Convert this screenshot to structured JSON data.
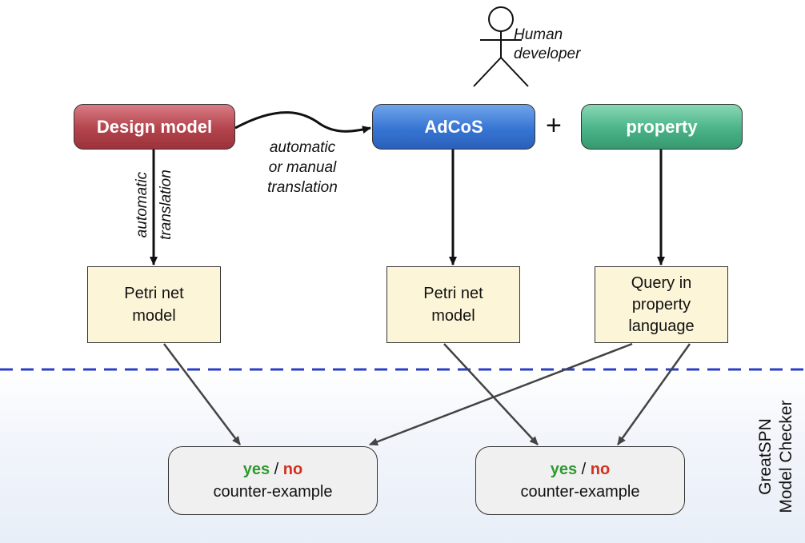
{
  "nodes": {
    "design_model": "Design model",
    "adcos": "AdCoS",
    "property": "property",
    "plus": "+",
    "petri_net_1": "Petri net\nmodel",
    "petri_net_2": "Petri net\nmodel",
    "query": "Query in\nproperty\nlanguage"
  },
  "labels": {
    "human_line1": "Human",
    "human_line2": "developer",
    "auto_translation_line1": "automatic",
    "auto_translation_line2": "translation",
    "manual_translation_line1": "automatic",
    "manual_translation_line2": "or manual",
    "manual_translation_line3": "translation"
  },
  "results": [
    {
      "yes": "yes",
      "sep": " / ",
      "no": "no",
      "counter": "counter-example"
    },
    {
      "yes": "yes",
      "sep": " / ",
      "no": "no",
      "counter": "counter-example"
    }
  ],
  "checker": {
    "line1": "GreatSPN",
    "line2": "Model Checker"
  },
  "colors": {
    "design_model": "#b3434c",
    "adcos": "#3775d4",
    "property": "#4ab387",
    "model_fill": "#fdf5d8",
    "result_fill": "#f0f0f0",
    "yes": "#2f9a2f",
    "no": "#d3301e",
    "dashed_line": "#2b3fc4"
  }
}
